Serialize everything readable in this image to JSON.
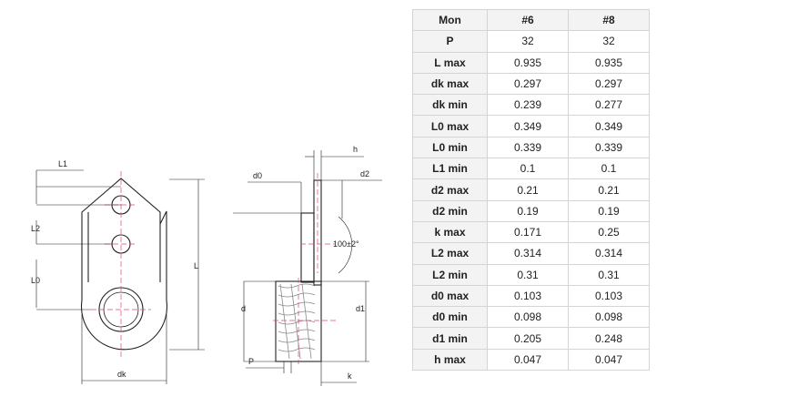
{
  "drawing": {
    "labels": {
      "L1": "L1",
      "L2": "L2",
      "L0": "L0",
      "L": "L",
      "dk": "dk",
      "d0": "d0",
      "d2": "d2",
      "h": "h",
      "angle": "100±2°",
      "d": "d",
      "d1": "d1",
      "P": "P",
      "k": "k"
    }
  },
  "table": {
    "headers": [
      "Mon",
      "#6",
      "#8"
    ],
    "rows": [
      {
        "label": "P",
        "v6": "32",
        "v8": "32"
      },
      {
        "label": "L max",
        "v6": "0.935",
        "v8": "0.935"
      },
      {
        "label": "dk max",
        "v6": "0.297",
        "v8": "0.297"
      },
      {
        "label": "dk min",
        "v6": "0.239",
        "v8": "0.277"
      },
      {
        "label": "L0 max",
        "v6": "0.349",
        "v8": "0.349"
      },
      {
        "label": "L0 min",
        "v6": "0.339",
        "v8": "0.339"
      },
      {
        "label": "L1 min",
        "v6": "0.1",
        "v8": "0.1"
      },
      {
        "label": "d2 max",
        "v6": "0.21",
        "v8": "0.21"
      },
      {
        "label": "d2 min",
        "v6": "0.19",
        "v8": "0.19"
      },
      {
        "label": "k max",
        "v6": "0.171",
        "v8": "0.25"
      },
      {
        "label": "L2 max",
        "v6": "0.314",
        "v8": "0.314"
      },
      {
        "label": "L2 min",
        "v6": "0.31",
        "v8": "0.31"
      },
      {
        "label": "d0 max",
        "v6": "0.103",
        "v8": "0.103"
      },
      {
        "label": "d0 min",
        "v6": "0.098",
        "v8": "0.098"
      },
      {
        "label": "d1 min",
        "v6": "0.205",
        "v8": "0.248"
      },
      {
        "label": "h max",
        "v6": "0.047",
        "v8": "0.047"
      }
    ]
  },
  "colors": {
    "outline": "#222222",
    "centerline": "#e0457b",
    "thread": "#888888",
    "header_bg": "#f3f3f3",
    "border": "#d4d4d4"
  }
}
